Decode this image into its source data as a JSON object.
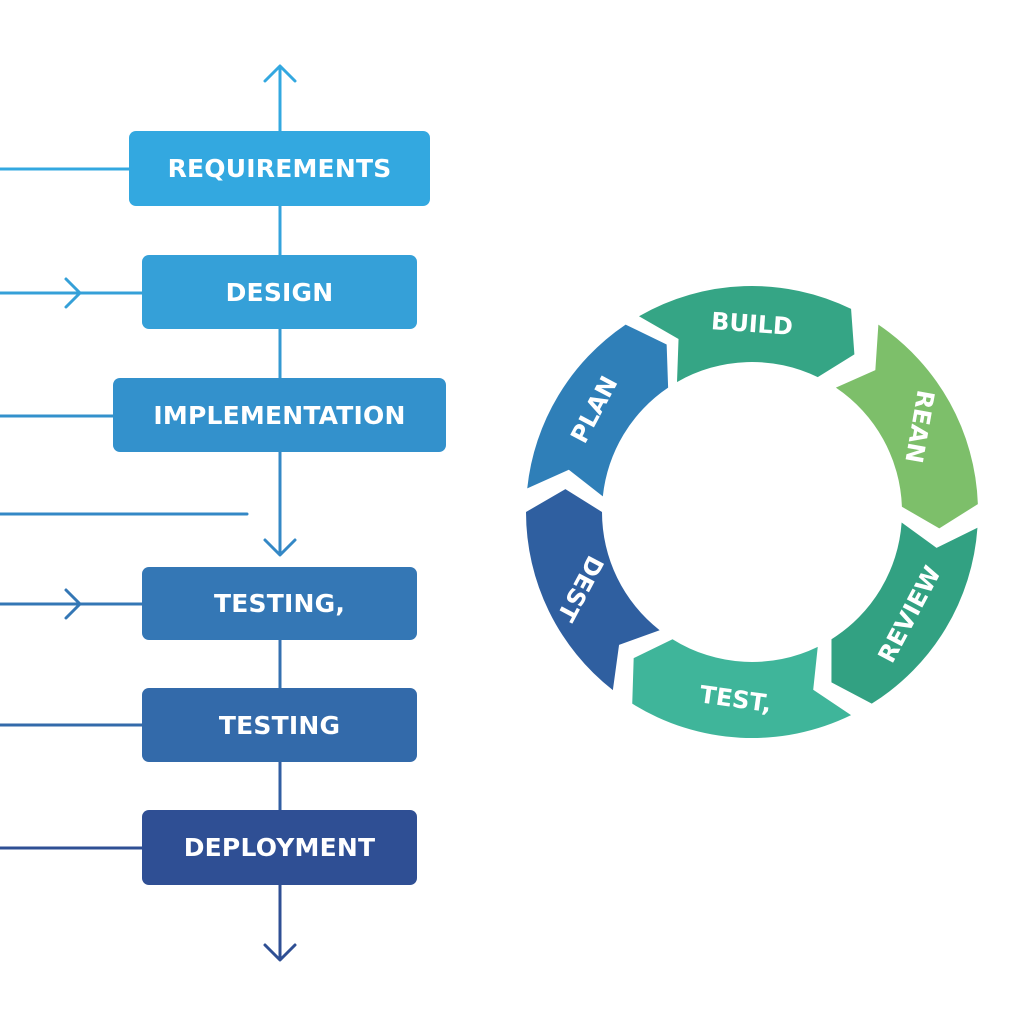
{
  "waterfall": {
    "stages": [
      {
        "label": "REQUIREMENTS",
        "color": "#33a8e0"
      },
      {
        "label": "DESIGN",
        "color": "#35a0d8"
      },
      {
        "label": "IMPLEMENTATION",
        "color": "#3391cc"
      },
      {
        "label": "TESTING,",
        "color": "#3477b5"
      },
      {
        "label": "TESTING",
        "color": "#336aaa"
      },
      {
        "label": "DEPLOYMENT",
        "color": "#2f4f94"
      }
    ],
    "line_colors": {
      "top": "#33a8e0",
      "middle": "#3488c6",
      "bottom": "#2f4f94"
    }
  },
  "cycle": {
    "segments": [
      {
        "label": "BUILD",
        "color": "#35a585"
      },
      {
        "label": "REAN",
        "color": "#7dbf6a"
      },
      {
        "label": "REVIEW",
        "color": "#32a182"
      },
      {
        "label": "TEST,",
        "color": "#3fb59a"
      },
      {
        "label": "DEST",
        "color": "#2f5fa0"
      },
      {
        "label": "PLAN",
        "color": "#2f7fb8"
      }
    ]
  }
}
